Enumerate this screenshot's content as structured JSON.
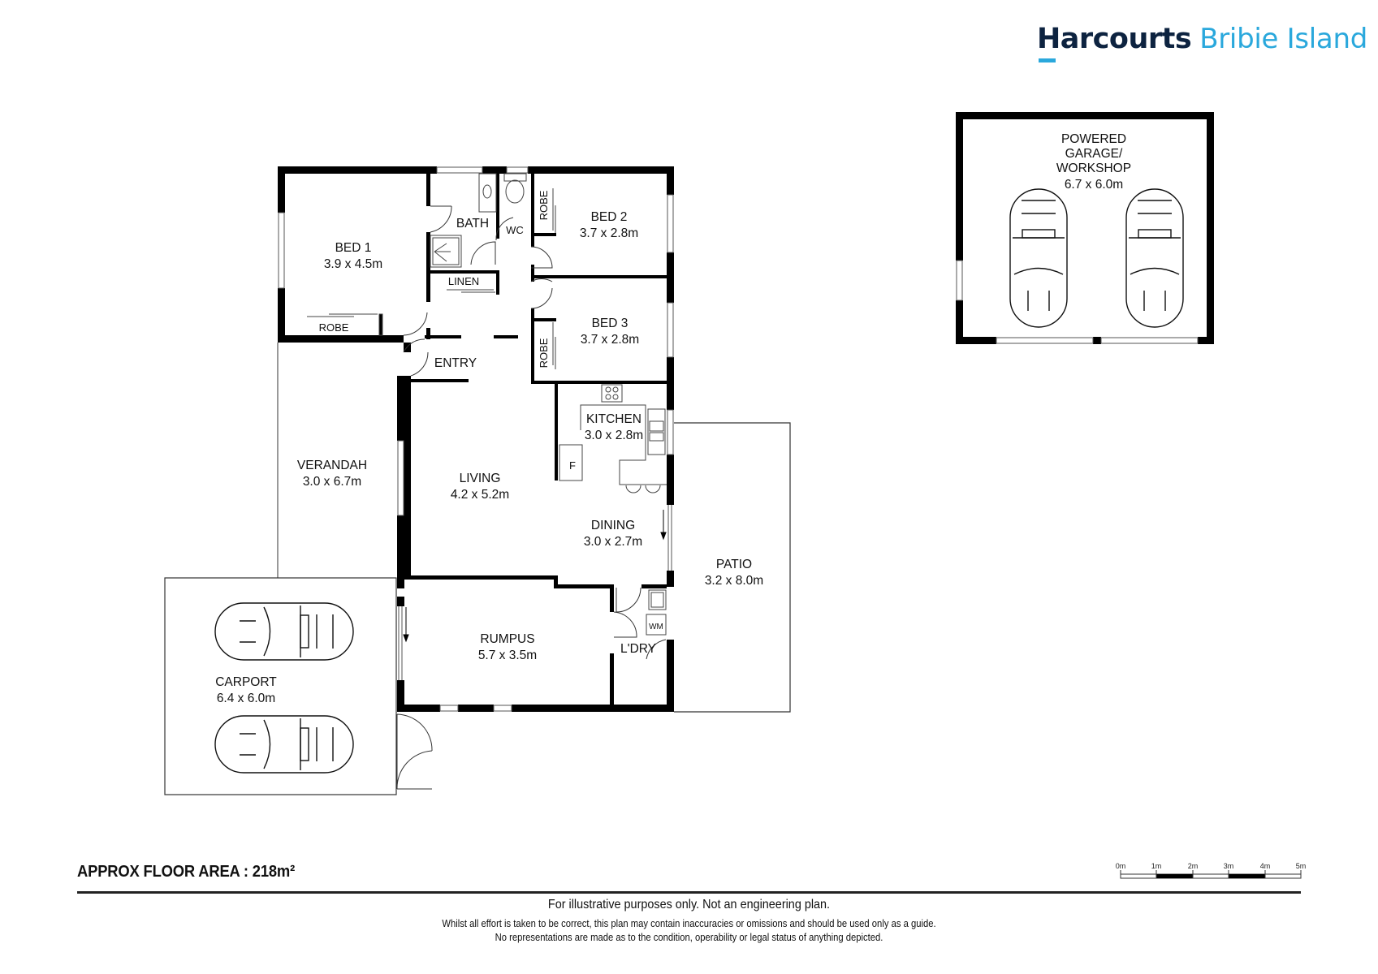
{
  "header": {
    "brand": "Harcourts",
    "office": "Bribie Island",
    "brand_color": "#0d2340",
    "accent_color": "#2aa8dc"
  },
  "rooms": {
    "bed1": {
      "name": "BED 1",
      "size": "3.9 x 4.5m"
    },
    "bath": {
      "name": "BATH"
    },
    "wc": {
      "name": "WC"
    },
    "linen": {
      "name": "LINEN"
    },
    "robe_bed1": {
      "name": "ROBE"
    },
    "robe_bed2": {
      "name": "ROBE"
    },
    "robe_bed3": {
      "name": "ROBE"
    },
    "bed2": {
      "name": "BED 2",
      "size": "3.7 x 2.8m"
    },
    "bed3": {
      "name": "BED 3",
      "size": "3.7 x 2.8m"
    },
    "entry": {
      "name": "ENTRY"
    },
    "kitchen": {
      "name": "KITCHEN",
      "size": "3.0 x 2.8m"
    },
    "fridge": {
      "name": "F"
    },
    "living": {
      "name": "LIVING",
      "size": "4.2 x 5.2m"
    },
    "verandah": {
      "name": "VERANDAH",
      "size": "3.0 x 6.7m"
    },
    "dining": {
      "name": "DINING",
      "size": "3.0 x 2.7m"
    },
    "patio": {
      "name": "PATIO",
      "size": "3.2 x 8.0m"
    },
    "rumpus": {
      "name": "RUMPUS",
      "size": "5.7 x 3.5m"
    },
    "laundry": {
      "name": "L'DRY"
    },
    "washing_machine": {
      "name": "WM"
    },
    "carport": {
      "name": "CARPORT",
      "size": "6.4 x 6.0m"
    },
    "garage": {
      "line1": "POWERED",
      "line2": "GARAGE/",
      "line3": "WORKSHOP",
      "size": "6.7 x 6.0m"
    }
  },
  "footer": {
    "floor_area_label": "APPROX FLOOR AREA  :  218m²",
    "scale_ticks": [
      "0m",
      "1m",
      "2m",
      "3m",
      "4m",
      "5m"
    ],
    "disclaimer_1": "For illustrative purposes only. Not an engineering plan.",
    "disclaimer_2": "Whilst all effort is taken to be correct, this plan may contain inaccuracies or omissions and should be used only as a guide.",
    "disclaimer_3": "No representations are made as to the condition, operability or legal status of anything depicted."
  }
}
